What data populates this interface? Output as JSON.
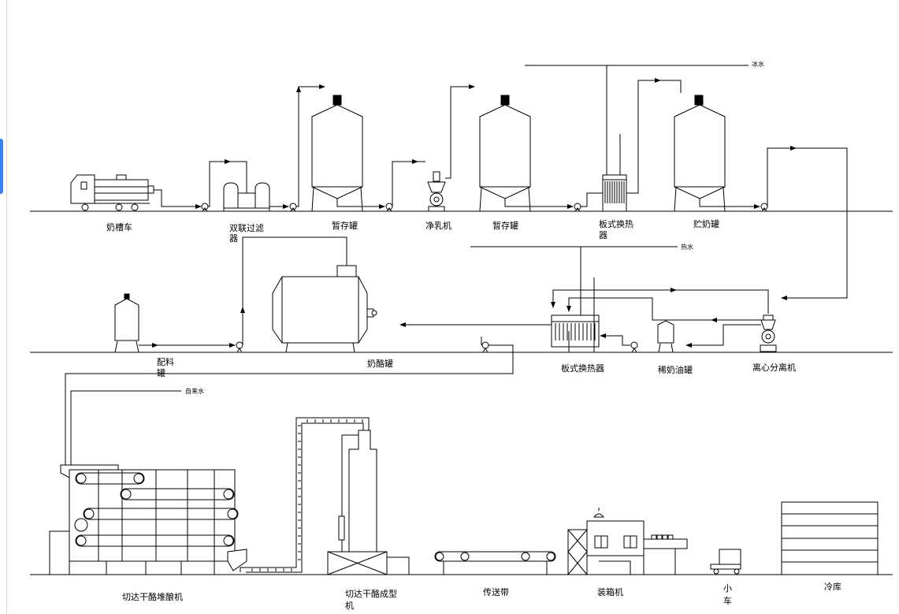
{
  "diagram": {
    "stages": {
      "milk_tanker": "奶槽车",
      "duplex_filter": [
        "双联过滤",
        "器"
      ],
      "temp_tank_1": "暂存罐",
      "clarifier": "净乳机",
      "temp_tank_2": "暂存罐",
      "plate_hx_1": [
        "板式换热",
        "器"
      ],
      "storage_tank": "贮奶罐",
      "batching_tank": [
        "配料",
        "罐"
      ],
      "cheese_vat": "奶酪罐",
      "plate_hx_2": "板式换热器",
      "cream_tank": "稀奶油罐",
      "separator": "离心分离机",
      "cheddaring_machine": "切达干酪堆酿机",
      "block_former": [
        "切达干酪成型",
        "机"
      ],
      "conveyor": "传送带",
      "packing_machine": "装箱机",
      "cart": [
        "小",
        "车"
      ],
      "cold_storage": "冷库"
    },
    "utilities": {
      "ice_water": "冰水",
      "hot_water": "热水",
      "tap_water": "自来水"
    }
  },
  "colors": {
    "line": "#000000",
    "accent_tab": "#3b82f6"
  }
}
